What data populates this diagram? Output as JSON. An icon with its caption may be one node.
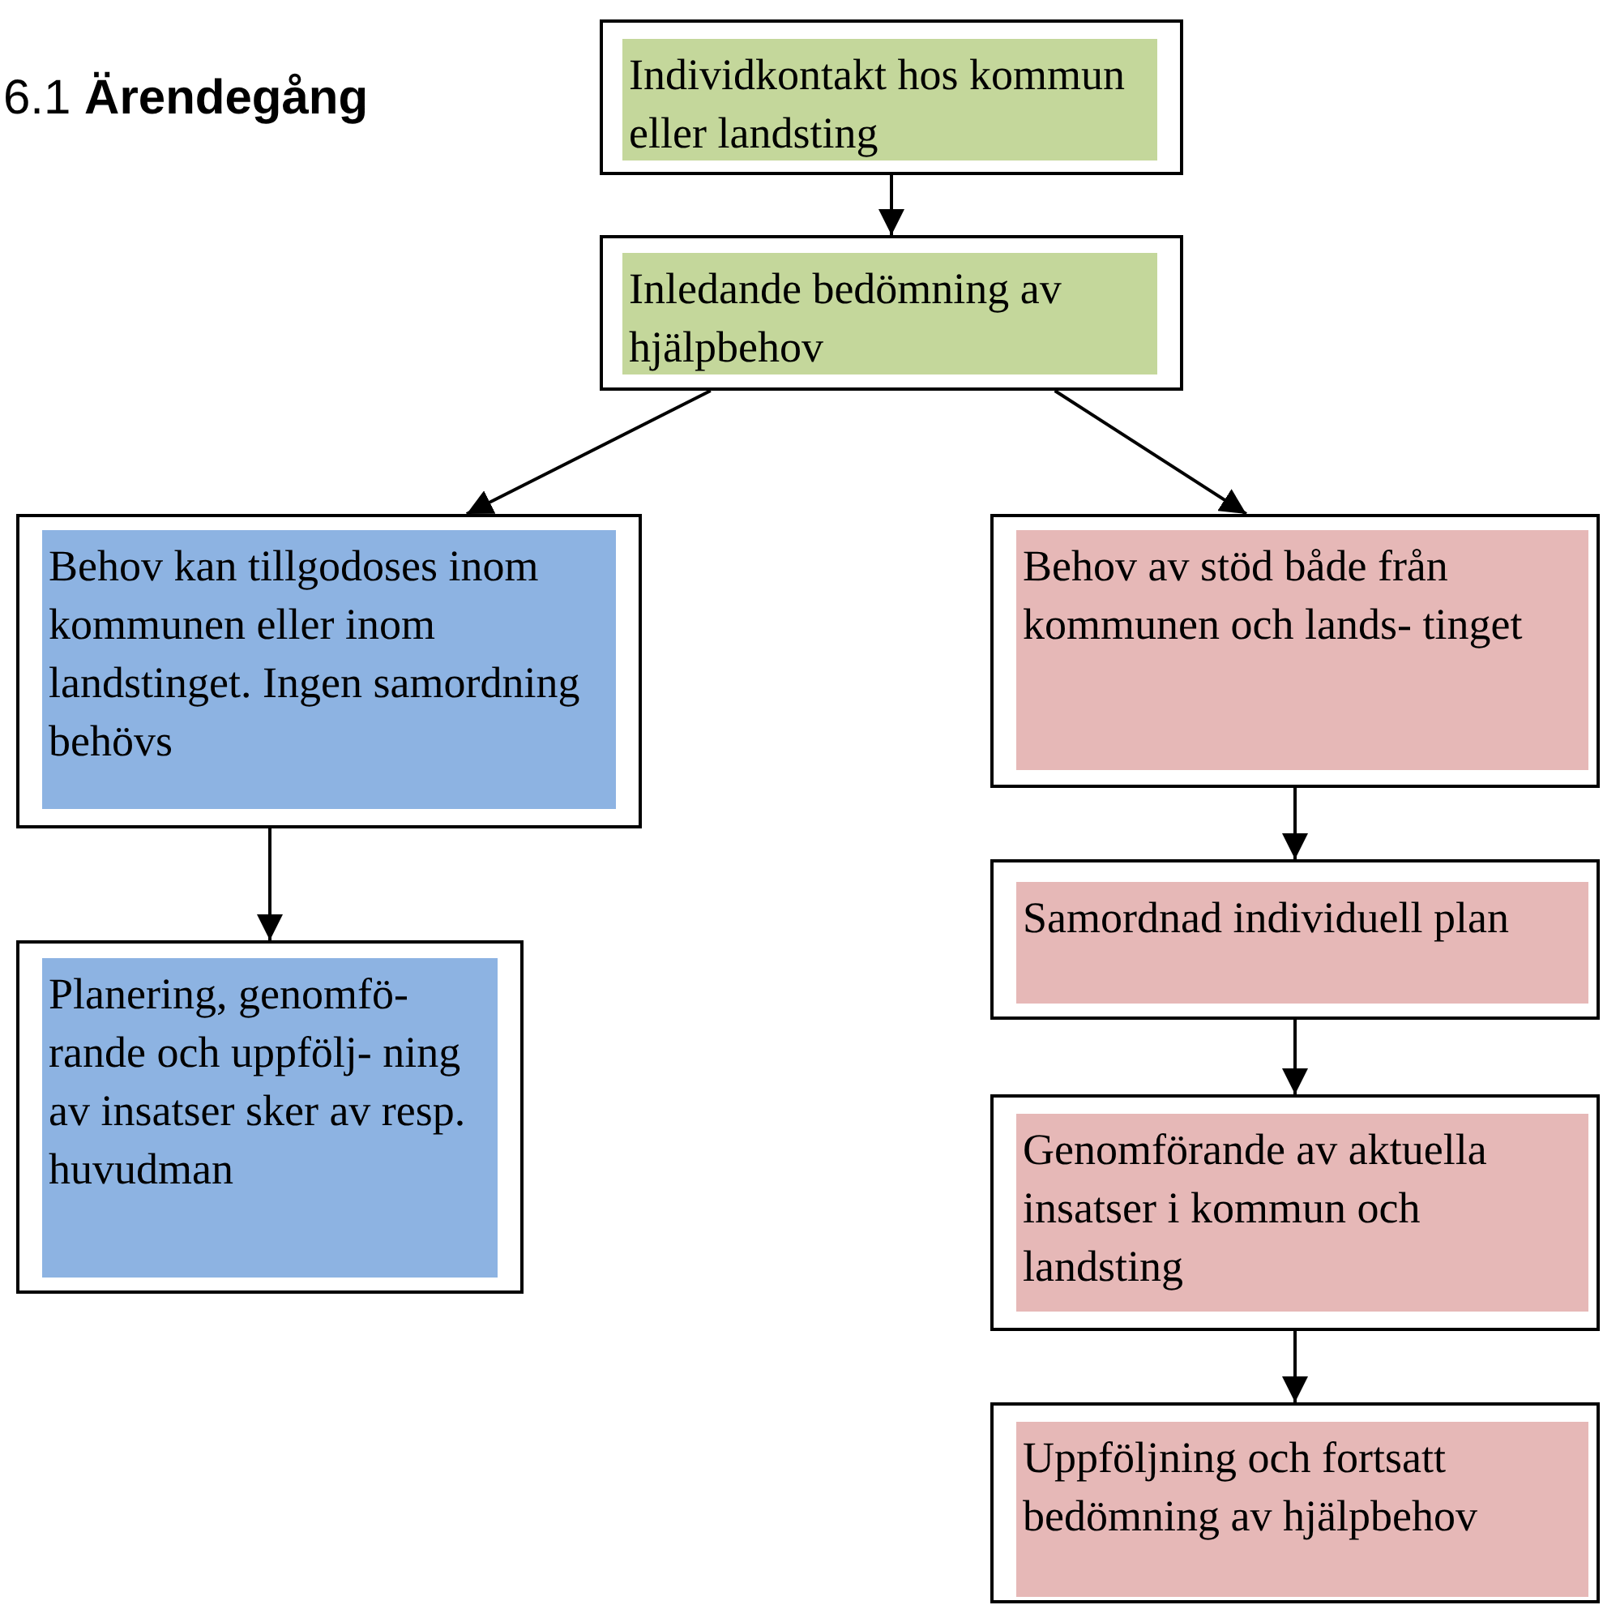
{
  "diagram": {
    "title": "6.1 **Ärendegång**",
    "nodes": [
      {
        "text": [
          "Individkontakt hos kommun eller landsting"
        ]
      },
      {
        "text": [
          "Inledande bedömning av hjälpbehov"
        ]
      },
      {
        "text": [
          "Behov kan tillgodoses inom kommunen eller inom landstinget. Ingen samordning behövs"
        ]
      },
      {
        "text": [
          "Planering, genomfö- rande och uppfölj- ning av insatser sker av resp. huvudman"
        ]
      },
      {
        "text": [
          "Behov av stöd både från kommunen och lands- tinget"
        ]
      },
      {
        "text": [
          "Samordnad individuell plan"
        ]
      },
      {
        "text": [
          "Genomförande av aktuella insatser i kommun och landsting"
        ]
      },
      {
        "text": [
          "Uppföljning och fortsatt bedömning av hjälpbehov"
        ]
      }
    ],
    "edges": [
      {
        "from": 0,
        "to": 1,
        "arrow": "to"
      },
      {
        "from": 1,
        "to": 2,
        "arrow": "to"
      },
      {
        "from": 1,
        "to": 4,
        "arrow": "to"
      },
      {
        "from": 2,
        "to": 3,
        "arrow": "to"
      },
      {
        "from": 4,
        "to": 5,
        "arrow": "to"
      },
      {
        "from": 5,
        "to": 6,
        "arrow": "to"
      },
      {
        "from": 6,
        "to": 7,
        "arrow": "to"
      }
    ]
  }
}
